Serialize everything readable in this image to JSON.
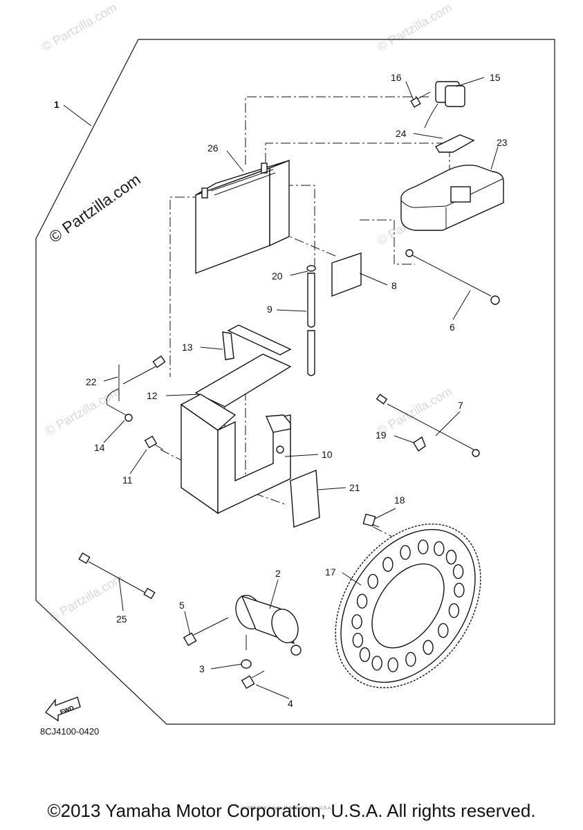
{
  "watermark": {
    "main": "© Partzilla.com",
    "faint": "© Partzilla.com"
  },
  "diagram_code": "8CJ4100-0420",
  "fwd_label": "FWD",
  "tiny_copyright": "(c) 2005-2016 Yamaha Motor Corporation, U.S.A.",
  "footer": "©2013 Yamaha Motor Corporation, U.S.A. All rights reserved.",
  "callouts": {
    "c1": "1",
    "c2": "2",
    "c3": "3",
    "c4": "4",
    "c5": "5",
    "c6": "6",
    "c7": "7",
    "c8": "8",
    "c9": "9",
    "c10": "10",
    "c11": "11",
    "c12": "12",
    "c13": "13",
    "c14": "14",
    "c15": "15",
    "c16": "16",
    "c17": "17",
    "c18": "18",
    "c19": "19",
    "c20": "20",
    "c21": "21",
    "c22": "22",
    "c23": "23",
    "c24": "24",
    "c25": "25",
    "c26": "26"
  }
}
